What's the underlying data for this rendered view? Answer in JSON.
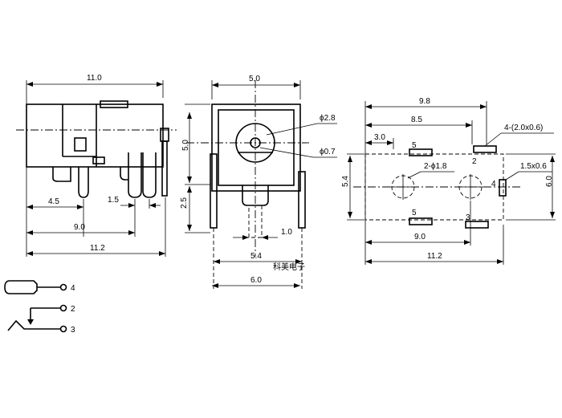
{
  "side_view": {
    "dim_top": "11.0",
    "dim_a": "4.5",
    "dim_b": "1.5",
    "dim_c": "9.0",
    "dim_d": "11.2"
  },
  "front_view": {
    "dim_top": "5.0",
    "dim_left_upper": "5.0",
    "dim_left_lower": "2.5",
    "hole_large": "ϕ2.8",
    "hole_small": "ϕ0.7",
    "dim_pin": "1.0",
    "dim_pitch": "5.4",
    "dim_width": "6.0"
  },
  "footprint": {
    "dim_9_8": "9.8",
    "dim_8_5": "8.5",
    "dim_3_0": "3.0",
    "pads_label": "4-(2.0x0.6)",
    "holes_label": "2-ϕ1.8",
    "pad_1_5": "1.5x0.6",
    "dim_5_4": "5.4",
    "dim_6_0": "6.0",
    "dim_9_0": "9.0",
    "dim_11_2": "11.2",
    "pin_top_left": "5",
    "pin_bottom_left": "5",
    "pin_2": "2",
    "pin_3": "3",
    "pin_4": "4"
  },
  "schematic": {
    "pin_4": "4",
    "pin_2": "2",
    "pin_3": "3"
  },
  "watermark": "科美电子"
}
